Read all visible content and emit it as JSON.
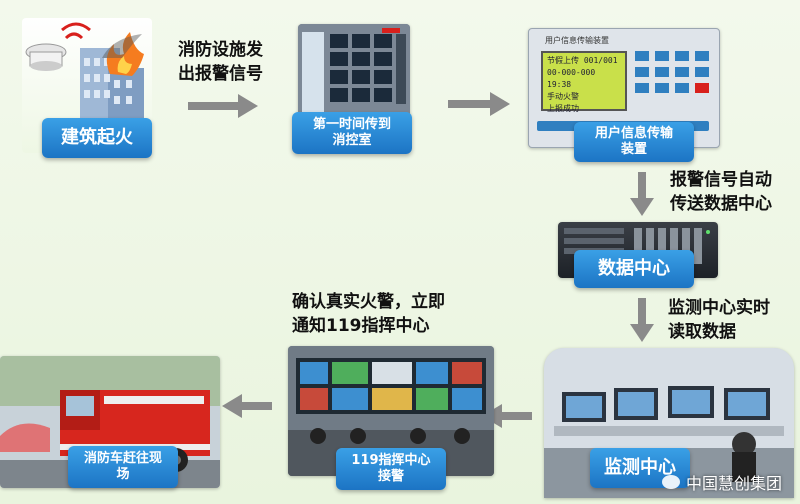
{
  "steps": [
    {
      "id": "building-fire",
      "label": "建筑起火"
    },
    {
      "id": "control-room",
      "label": "第一时间传到\n消控室"
    },
    {
      "id": "transmission-device",
      "label": "用户信息传输\n装置"
    },
    {
      "id": "data-center",
      "label": "数据中心"
    },
    {
      "id": "monitoring-center",
      "label": "监测中心"
    },
    {
      "id": "command-center",
      "label": "119指挥中心\n接警"
    },
    {
      "id": "fire-truck",
      "label": "消防车赶往现\n场"
    }
  ],
  "notes": {
    "fire_facility_alarm": "消防设施发\n出报警信号",
    "auto_transfer": "报警信号自动\n传送数据中心",
    "read_data": "监测中心实时\n读取数据",
    "confirm_fire": "确认真实火警，立即\n通知119指挥中心"
  },
  "device_screen": {
    "title": "用户信息传输装置",
    "lines": [
      "节假上传  001/001",
      "00-000-000  19:38",
      "手动火警",
      "上报成功"
    ]
  },
  "watermark": "中国慧创集团",
  "colors": {
    "label_bg": "#1c74c4",
    "arrow": "#8a8a8a",
    "bg": "#eef7e4"
  }
}
